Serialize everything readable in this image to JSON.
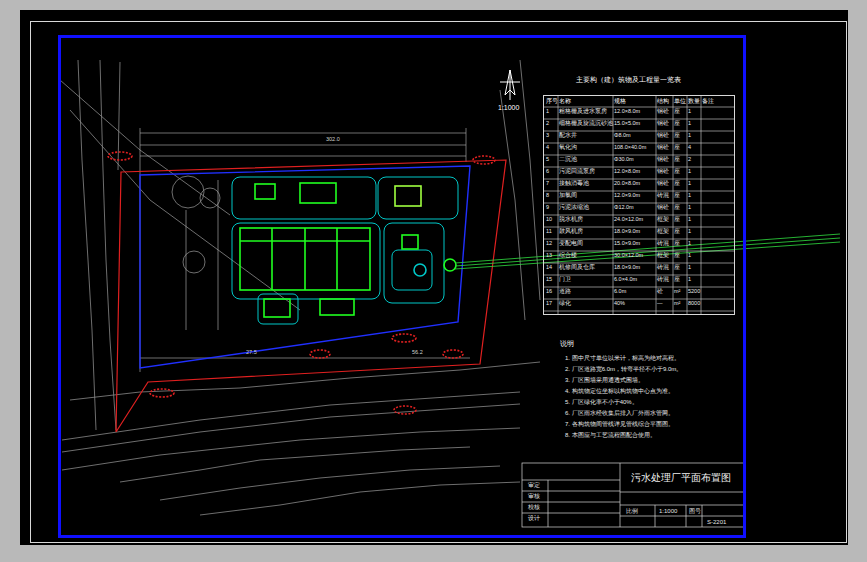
{
  "diagram": {
    "nodes": [
      {
        "text": [
          "主要构（建）筑物及工程量一览表"
        ]
      },
      {
        "text": [
          "污水处理厂平面布置图"
        ]
      }
    ],
    "labels": [
      "1:1000",
      "302.0",
      "27.5",
      "56.2",
      "说明",
      "1. 图中尺寸单位以米计，标高为绝对高程。",
      "2. 厂区道路宽6.0m，转弯半径不小于9.0m。",
      "3. 厂区围墙采用通透式围墙。",
      "4. 构筑物定位坐标以构筑物中心点为准。",
      "5. 厂区绿化率不小于40%。",
      "6. 厂区雨水经收集后排入厂外雨水管网。",
      "7. 各构筑物间管线详见管线综合平面图。",
      "8. 本图应与工艺流程图配合使用。",
      "审定",
      "审核",
      "校核",
      "设计",
      "比例",
      "1:1000",
      "图号",
      "S-2201",
      "序号",
      "名称",
      "规格",
      "结构",
      "单位",
      "数量",
      "备注",
      "1",
      "粗格栅及进水泵房",
      "12.0×8.0m",
      "钢砼",
      "座",
      "1",
      "2",
      "细格栅及旋流沉砂池",
      "15.0×5.0m",
      "钢砼",
      "座",
      "1",
      "3",
      "配水井",
      "Φ8.0m",
      "钢砼",
      "座",
      "1",
      "4",
      "氧化沟",
      "108.0×40.0m",
      "钢砼",
      "座",
      "4",
      "5",
      "二沉池",
      "Φ30.0m",
      "钢砼",
      "座",
      "2",
      "6",
      "污泥回流泵房",
      "12.0×8.0m",
      "钢砼",
      "座",
      "1",
      "7",
      "接触消毒池",
      "20.0×8.0m",
      "钢砼",
      "座",
      "1",
      "8",
      "加氯间",
      "12.0×9.0m",
      "砖混",
      "座",
      "1",
      "9",
      "污泥浓缩池",
      "Φ12.0m",
      "钢砼",
      "座",
      "1",
      "10",
      "脱水机房",
      "24.0×12.0m",
      "框架",
      "座",
      "1",
      "11",
      "鼓风机房",
      "18.0×9.0m",
      "框架",
      "座",
      "1",
      "12",
      "变配电间",
      "15.0×9.0m",
      "砖混",
      "座",
      "1",
      "13",
      "综合楼",
      "30.0×12.0m",
      "框架",
      "座",
      "1",
      "14",
      "机修间及仓库",
      "18.0×9.0m",
      "砖混",
      "座",
      "1",
      "15",
      "门卫",
      "6.0×4.0m",
      "砖混",
      "座",
      "1",
      "16",
      "道路",
      "6.0m",
      "砼",
      "m²",
      "5200",
      "17",
      "绿化",
      "40%",
      "—",
      "m²",
      "8000"
    ]
  }
}
